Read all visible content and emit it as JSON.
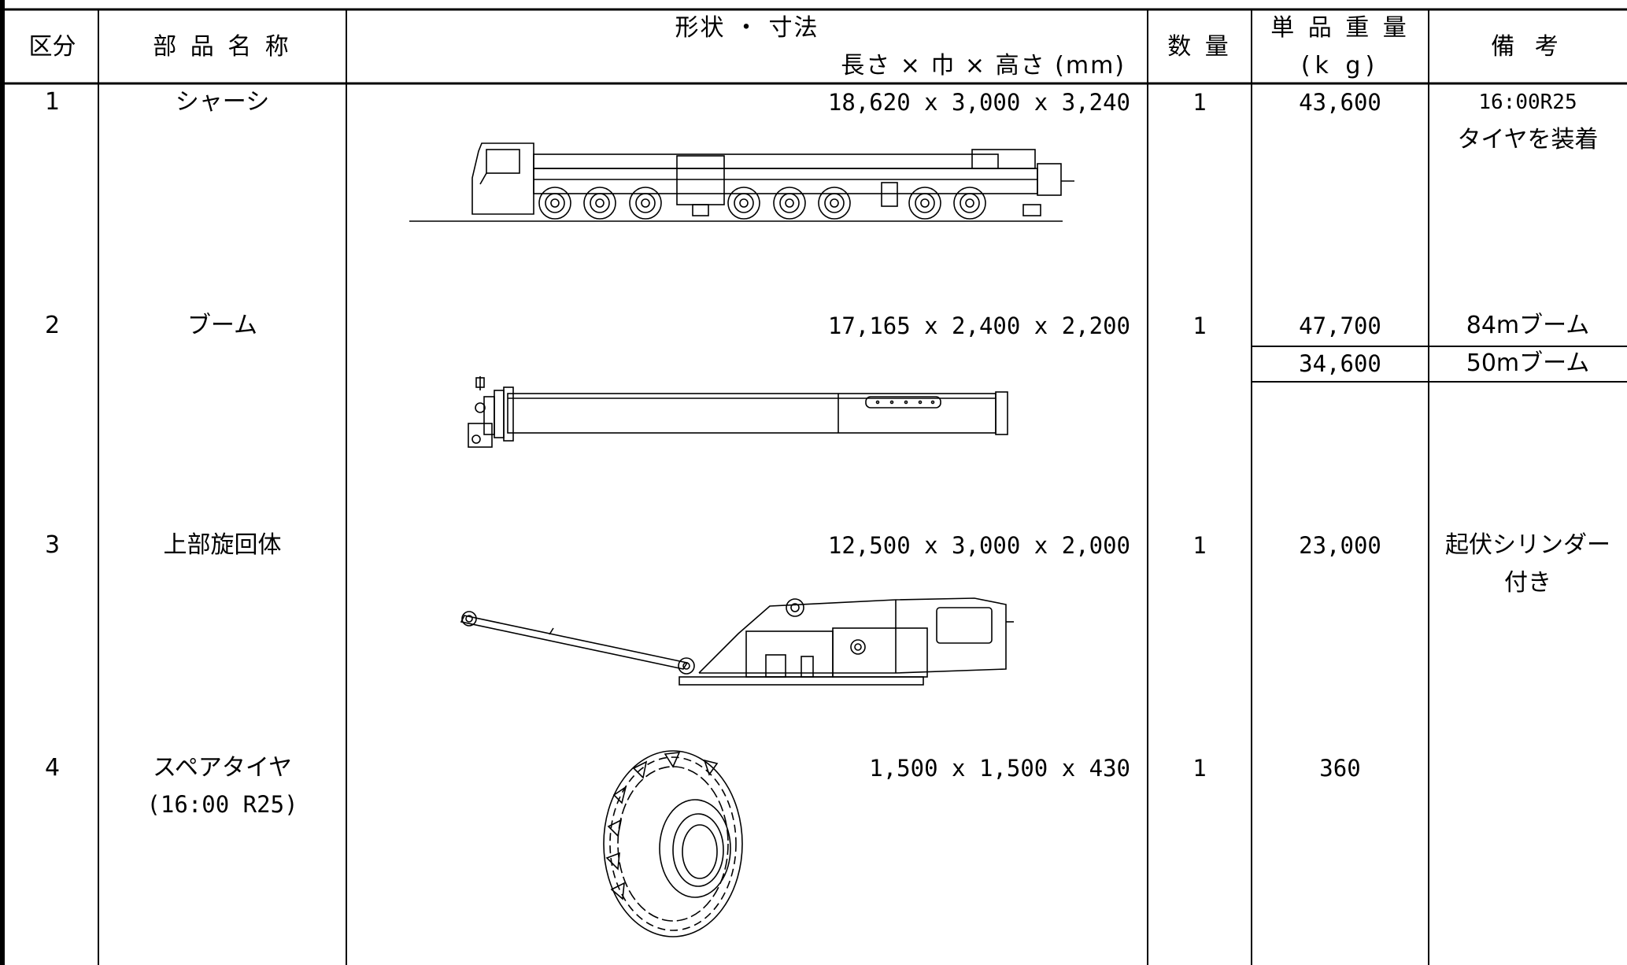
{
  "header": {
    "col_kubun": "区分",
    "col_name": "部 品 名 称",
    "col_shape_title": "形状 ・ 寸法",
    "col_shape_sub": "長さ × 巾 × 高さ (mm)",
    "col_qty": "数 量",
    "col_weight_title": "単 品 重 量",
    "col_weight_unit": "(k g)",
    "col_remarks": "備 考"
  },
  "rows": [
    {
      "no": "1",
      "name": "シャーシ",
      "name_sub": "",
      "dims": "18,620 x 3,000 x 3,240",
      "qty": "1",
      "weights": [
        "43,600"
      ],
      "remarks": [
        "16:00R25",
        "タイヤを装着"
      ],
      "drawing_icon": "crane-chassis-drawing"
    },
    {
      "no": "2",
      "name": "ブーム",
      "name_sub": "",
      "dims": "17,165 x 2,400 x 2,200",
      "qty": "1",
      "weights": [
        "47,700",
        "34,600"
      ],
      "remarks": [
        "84mブーム",
        "50mブーム"
      ],
      "drawing_icon": "boom-drawing"
    },
    {
      "no": "3",
      "name": "上部旋回体",
      "name_sub": "",
      "dims": "12,500 x 3,000 x 2,000",
      "qty": "1",
      "weights": [
        "23,000"
      ],
      "remarks": [
        "起伏シリンダー",
        "付き"
      ],
      "drawing_icon": "superstructure-drawing"
    },
    {
      "no": "4",
      "name": "スペアタイヤ",
      "name_sub": "(16:00 R25)",
      "dims": "1,500 x 1,500 x 430",
      "qty": "1",
      "weights": [
        "360"
      ],
      "remarks": [],
      "drawing_icon": "spare-tire-drawing"
    }
  ]
}
